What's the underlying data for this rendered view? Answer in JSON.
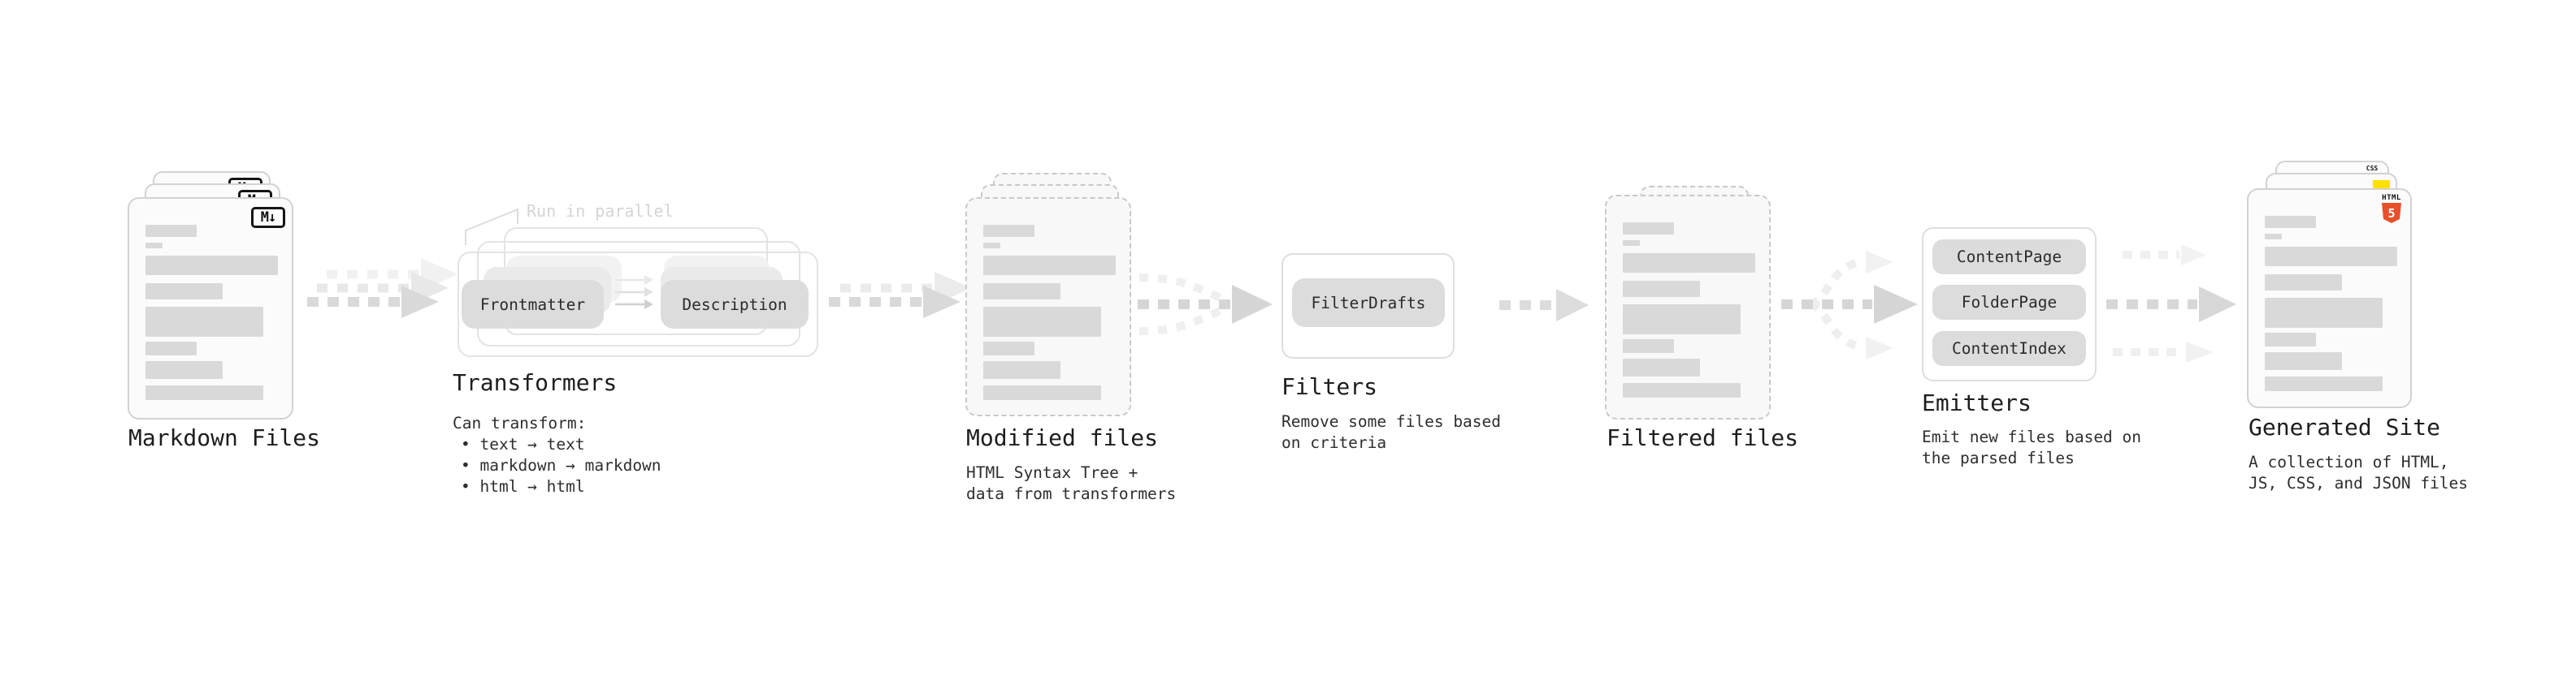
{
  "colors": {
    "canvas_bg": "#ffffff",
    "card_border": "#d2d2d2",
    "card_bg": "#fbfbfb",
    "dashed_border": "#c8c8c8",
    "dashed_bg": "#f8f8f8",
    "bar_gray": "#d9d9d9",
    "pill_bg": "#dcdcdc",
    "arrow_gray": "#d9d9d9",
    "arrow_light": "#eeeeee",
    "text_dark": "#1d1d1d",
    "annotation_gray": "#d4d4d4",
    "html5_orange": "#e8502a",
    "js_yellow": "#ffe000",
    "css_blue": "#2563eb"
  },
  "markdown_files": {
    "label": "Markdown Files",
    "badge": "M↓"
  },
  "transformers": {
    "title": "Transformers",
    "annotation": "Run in parallel",
    "pill_frontmatter": "Frontmatter",
    "pill_description": "Description",
    "desc": [
      "Can transform:",
      "• text → text",
      "• markdown → markdown",
      "• html → html"
    ]
  },
  "modified_files": {
    "label": "Modified files",
    "desc": [
      "HTML Syntax Tree +",
      "data from transformers"
    ]
  },
  "filters": {
    "title": "Filters",
    "pill": "FilterDrafts",
    "desc": [
      "Remove some files based",
      "on criteria"
    ]
  },
  "filtered_files": {
    "label": "Filtered files"
  },
  "emitters": {
    "title": "Emitters",
    "pills": [
      "ContentPage",
      "FolderPage",
      "ContentIndex"
    ],
    "desc": [
      "Emit new files based on",
      "the parsed files"
    ]
  },
  "generated_site": {
    "label": "Generated Site",
    "badge_html_label": "HTML",
    "badge_html_number": "5",
    "badge_css_label": "CSS",
    "desc": [
      "A collection of HTML,",
      "JS, CSS, and JSON files"
    ]
  }
}
